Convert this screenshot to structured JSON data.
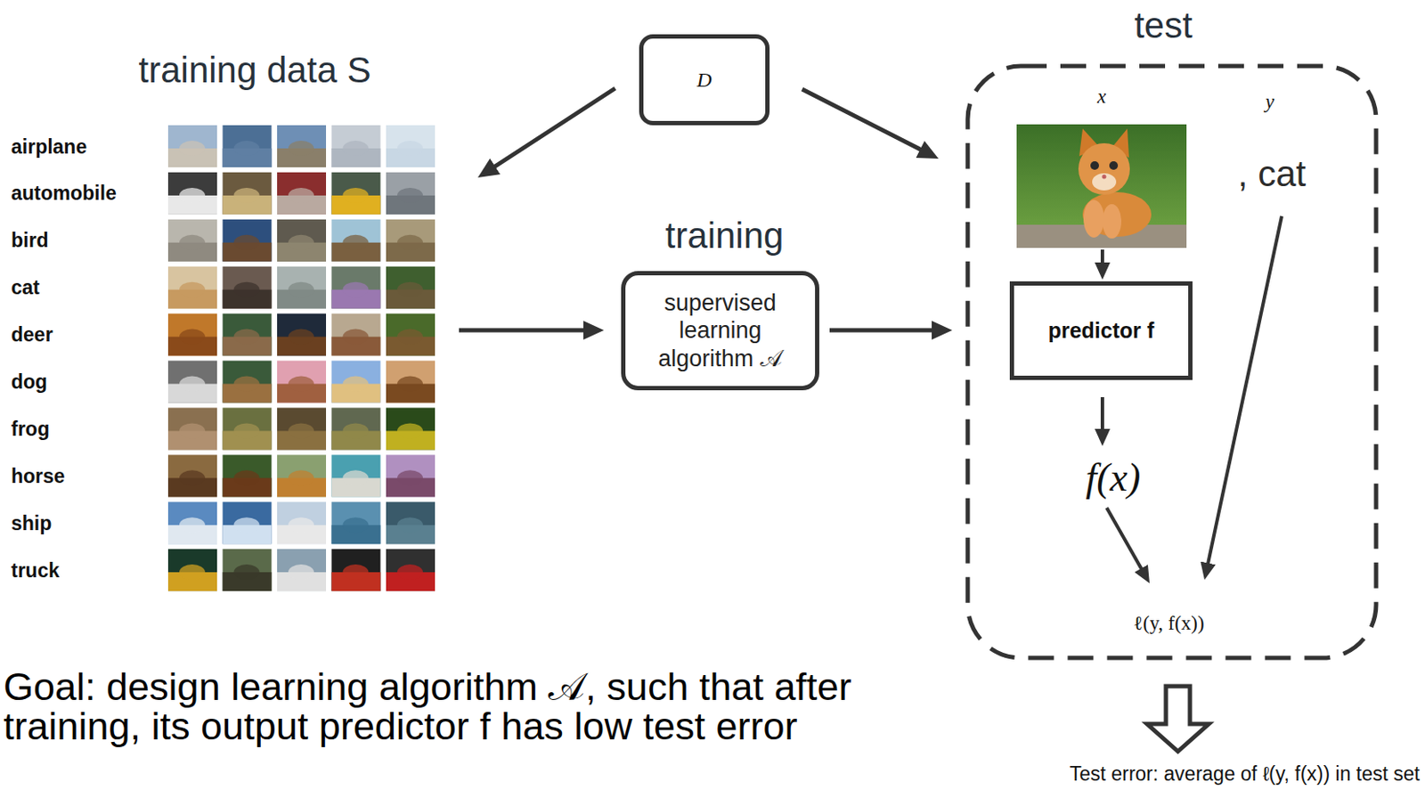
{
  "diagram": {
    "nodes": [
      {
        "text": [
          "training data S"
        ]
      },
      {
        "text": [
          "D"
        ]
      },
      {
        "text": [
          "training",
          "supervised learning algorithm 𝒜"
        ]
      },
      {
        "text": [
          "test"
        ]
      },
      {
        "text": [
          "x"
        ],
        "in": 3
      },
      {
        "text": [
          "y",
          ", cat"
        ],
        "in": 3
      },
      {
        "text": [
          "predictor f"
        ],
        "in": 3
      },
      {
        "text": [
          "f(x)"
        ],
        "in": 3
      },
      {
        "text": [
          "ℓ(y, f(x))"
        ],
        "in": 3
      },
      {
        "text": [
          "Test error: average of ℓ(y, f(x)) in test set"
        ]
      }
    ],
    "edges": [
      {
        "from": 1,
        "to": 0,
        "arrow": "to"
      },
      {
        "from": 1,
        "to": 3,
        "arrow": "to"
      },
      {
        "from": 0,
        "to": 2,
        "arrow": "to"
      },
      {
        "from": 2,
        "to": 3,
        "arrow": "to"
      },
      {
        "from": 4,
        "to": 6,
        "arrow": "to"
      },
      {
        "from": 6,
        "to": 7,
        "arrow": "to"
      },
      {
        "from": 7,
        "to": 8,
        "arrow": "to"
      },
      {
        "from": 5,
        "to": 8,
        "arrow": "to"
      },
      {
        "from": 3,
        "to": 9,
        "arrow": "to"
      }
    ],
    "labels": [
      "airplane",
      "automobile",
      "bird",
      "cat",
      "deer",
      "dog",
      "frog",
      "horse",
      "ship",
      "truck",
      "Goal: design learning algorithm 𝒜, such that after training, its output predictor f has low test error"
    ]
  }
}
